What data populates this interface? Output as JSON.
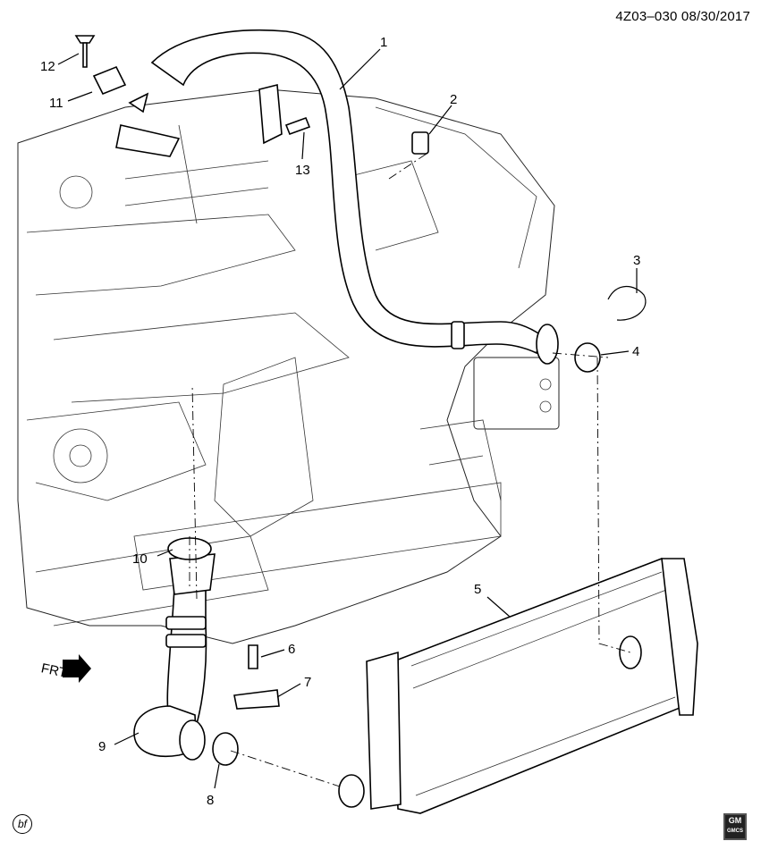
{
  "doc_id": "4Z03–030 08/30/2017",
  "callouts": [
    "1",
    "2",
    "3",
    "4",
    "5",
    "6",
    "7",
    "8",
    "9",
    "10",
    "11",
    "12",
    "13"
  ],
  "frt_label": "FRT",
  "badge_text": "bf",
  "gm_logo": {
    "line1": "GM",
    "line2": "GMCS"
  }
}
